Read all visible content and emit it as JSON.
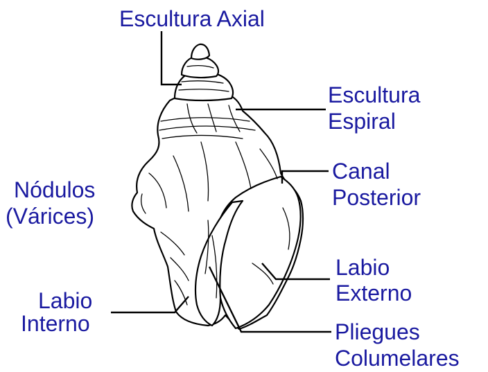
{
  "colors": {
    "label": "#1a1aa0",
    "line": "#000000",
    "background": "#ffffff"
  },
  "labels": {
    "escultura_axial": "Escultura Axial",
    "escultura_espiral_1": "Escultura",
    "escultura_espiral_2": "Espiral",
    "canal_posterior_1": "Canal",
    "canal_posterior_2": "Posterior",
    "nodulos_1": "Nódulos",
    "nodulos_2": "(Várices)",
    "labio_externo_1": "Labio",
    "labio_externo_2": "Externo",
    "labio_interno_1": "Labio",
    "labio_interno_2": "Interno",
    "pliegues_1": "Pliegues",
    "pliegues_2": "Columelares"
  }
}
